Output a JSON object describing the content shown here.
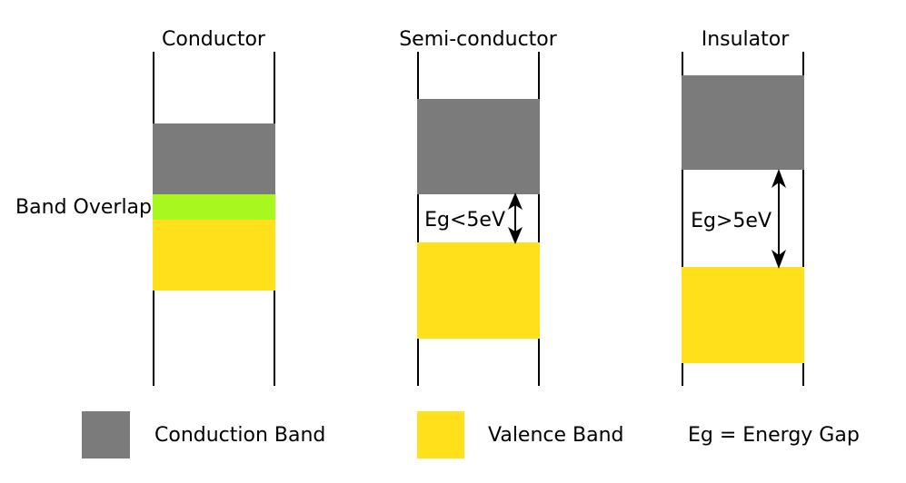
{
  "diagram": {
    "columns": [
      {
        "title": "Conductor"
      },
      {
        "title": "Semi-conductor",
        "gap_label": "Eg<5eV"
      },
      {
        "title": "Insulator",
        "gap_label": "Eg>5eV"
      }
    ],
    "band_overlap_label": "Band Overlap",
    "legend": {
      "conduction": {
        "label": "Conduction Band"
      },
      "valence": {
        "label": "Valence Band"
      },
      "note": "Eg = Energy Gap"
    },
    "colors": {
      "conduction_band": "#7b7b7b",
      "valence_band": "#ffe01a",
      "band_overlap": "#a8f71f",
      "line": "#000000"
    }
  }
}
